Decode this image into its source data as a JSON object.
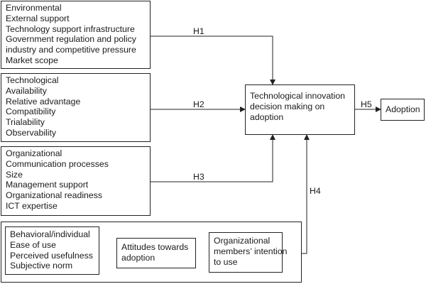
{
  "groups": {
    "environmental": {
      "title": "Environmental",
      "items": [
        "External support",
        "Technology support infrastructure",
        "Government regulation and policy",
        "industry and competitive pressure",
        "Market scope"
      ]
    },
    "technological": {
      "title": "Technological",
      "items": [
        "Availability",
        "Relative advantage",
        "Compatibility",
        "Trialability",
        "Observability"
      ]
    },
    "organizational": {
      "title": "Organizational",
      "items": [
        "Communication processes",
        "Size",
        "Management support",
        "Organizational readiness",
        "ICT expertise"
      ]
    },
    "behavioral": {
      "title": "Behavioral/individual",
      "items": [
        "Ease of use",
        "Perceived usefulness",
        "Subjective norm"
      ]
    }
  },
  "nodes": {
    "attitudes": [
      "Attitudes towards",
      "adoption"
    ],
    "intention": [
      "Organizational",
      "members’ intention",
      "to use"
    ],
    "decision": [
      "Technological innovation",
      "decision making on",
      "adoption"
    ],
    "adoption": "Adoption"
  },
  "hypotheses": {
    "h1": "H1",
    "h2": "H2",
    "h3": "H3",
    "h4": "H4",
    "h5": "H5"
  }
}
